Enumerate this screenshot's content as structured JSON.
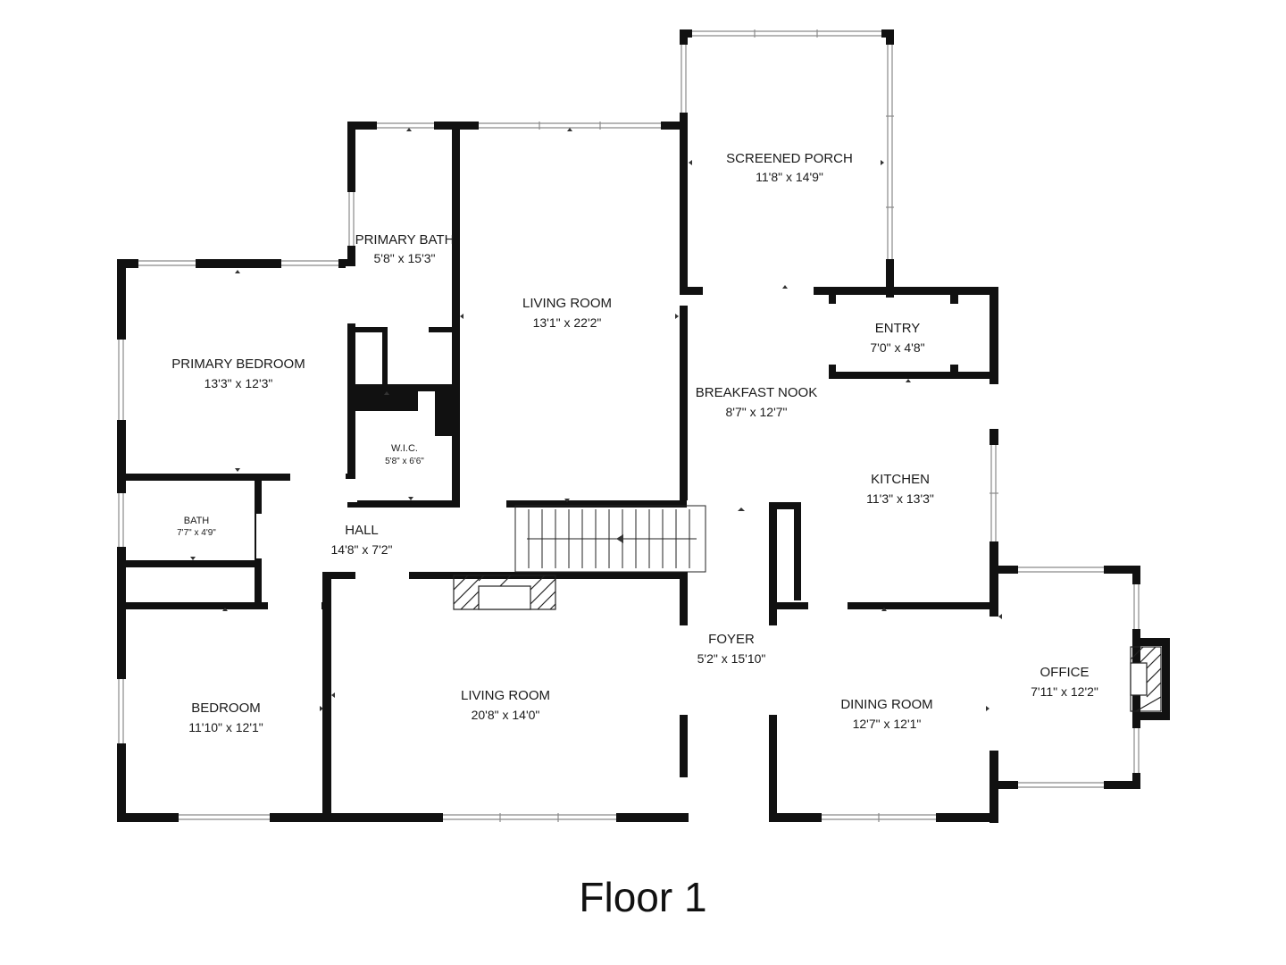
{
  "floor_label": "Floor 1",
  "rooms": {
    "screened_porch": {
      "name": "SCREENED PORCH",
      "dims": "11'8\" x 14'9\""
    },
    "primary_bath": {
      "name": "PRIMARY BATH",
      "dims": "5'8\" x 15'3\""
    },
    "living_room_upper": {
      "name": "LIVING ROOM",
      "dims": "13'1\" x 22'2\""
    },
    "primary_bedroom": {
      "name": "PRIMARY BEDROOM",
      "dims": "13'3\" x 12'3\""
    },
    "entry": {
      "name": "ENTRY",
      "dims": "7'0\" x 4'8\""
    },
    "breakfast_nook": {
      "name": "BREAKFAST NOOK",
      "dims": "8'7\" x 12'7\""
    },
    "wic": {
      "name": "W.I.C.",
      "dims": "5'8\" x 6'6\""
    },
    "kitchen": {
      "name": "KITCHEN",
      "dims": "11'3\" x 13'3\""
    },
    "bath": {
      "name": "BATH",
      "dims": "7'7\" x 4'9\""
    },
    "hall": {
      "name": "HALL",
      "dims": "14'8\" x 7'2\""
    },
    "foyer": {
      "name": "FOYER",
      "dims": "5'2\" x 15'10\""
    },
    "office": {
      "name": "OFFICE",
      "dims": "7'11\" x 12'2\""
    },
    "living_room_lower": {
      "name": "LIVING ROOM",
      "dims": "20'8\" x 14'0\""
    },
    "dining_room": {
      "name": "DINING ROOM",
      "dims": "12'7\" x 12'1\""
    },
    "bedroom": {
      "name": "BEDROOM",
      "dims": "11'10\" x 12'1\""
    }
  }
}
